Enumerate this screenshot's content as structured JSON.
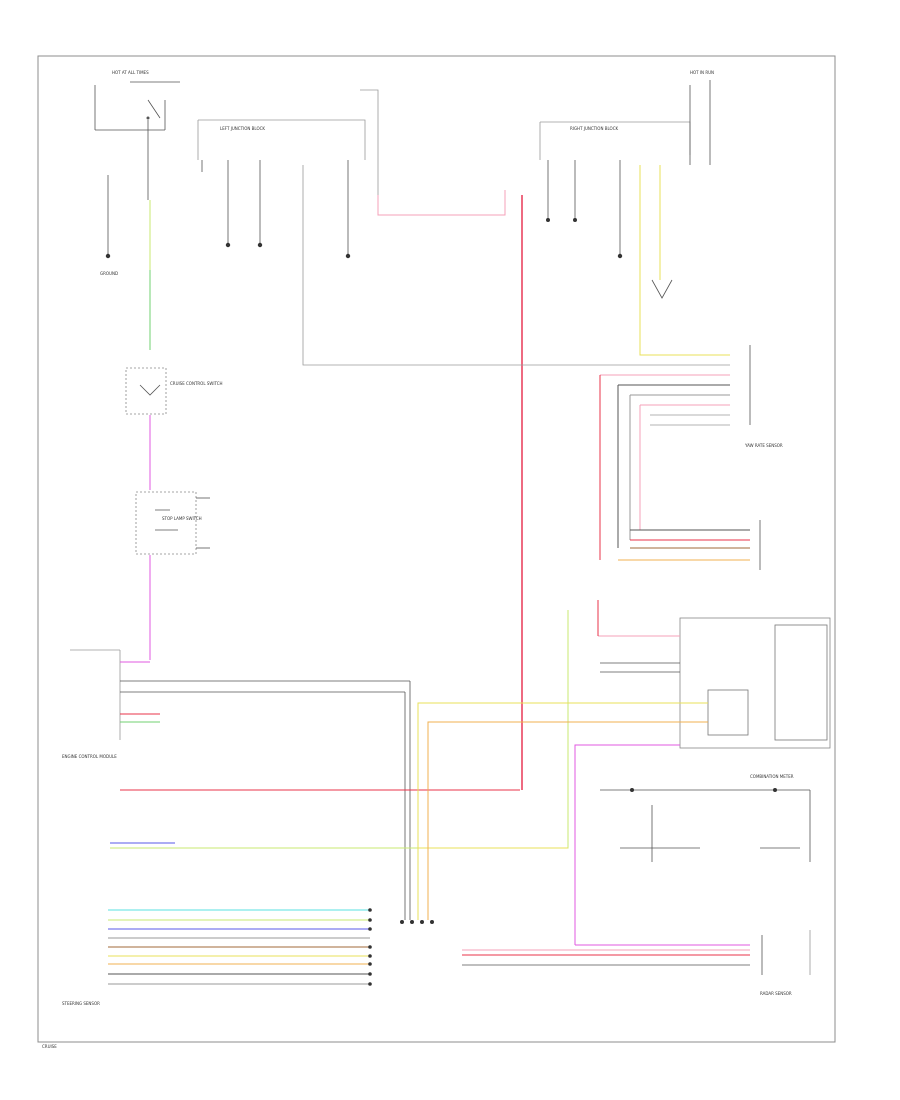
{
  "colors": {
    "frame": "#8c8c8c",
    "red": "#e8334a",
    "pink": "#f5a0b8",
    "magenta": "#e05ae0",
    "yellow": "#e8e05a",
    "yellow_green": "#c8e870",
    "green": "#70d070",
    "blue": "#5a5ae8",
    "cyan": "#5ae0e0",
    "grey": "#9a9a9a",
    "brown": "#a06a3a",
    "orange": "#f0b050",
    "black": "#222222",
    "white_wire": "#cccccc"
  },
  "labels": {
    "left_junction_block": "LEFT JUNCTION BLOCK",
    "right_junction_block": "RIGHT JUNCTION BLOCK",
    "cruise_control_switch": "CRUISE CONTROL SWITCH",
    "pcm": "ENGINE CONTROL MODULE",
    "combination_meter": "COMBINATION METER",
    "steering_sensor": "STEERING SENSOR",
    "radar_sensor": "RADAR SENSOR",
    "yaw_rate_sensor": "YAW RATE SENSOR",
    "ground": "GROUND",
    "stop_lamp_switch": "STOP LAMP SWITCH",
    "hot_at_all_times": "HOT AT ALL TIMES",
    "hot_in_run": "HOT IN RUN",
    "footer": "CRUISE"
  }
}
